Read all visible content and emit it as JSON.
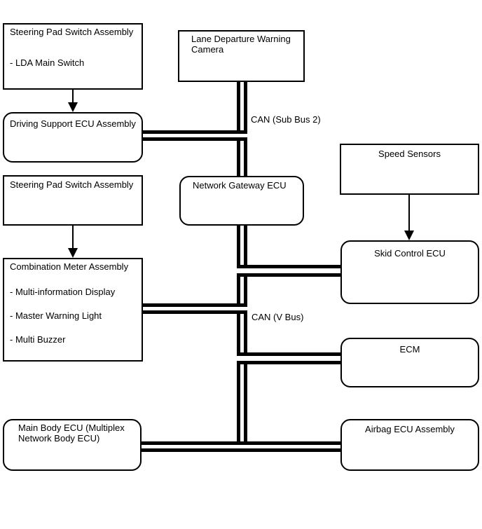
{
  "diagram": {
    "background_color": "#ffffff",
    "line_color": "#000000",
    "description": "Vehicle CAN bus communication diagram"
  },
  "nodes": {
    "steering_pad_1": {
      "title": "Steering Pad Switch Assembly",
      "items": [
        "- LDA Main Switch"
      ]
    },
    "lane_camera": {
      "title": "Lane Departure Warning Camera"
    },
    "driving_support": {
      "title": "Driving Support ECU Assembly"
    },
    "steering_pad_2": {
      "title": "Steering Pad Switch Assembly"
    },
    "combination_meter": {
      "title": "Combination Meter Assembly",
      "items": [
        "- Multi-information Display",
        "- Master Warning Light",
        "- Multi Buzzer"
      ]
    },
    "network_gateway": {
      "title": "Network Gateway ECU"
    },
    "speed_sensors": {
      "title": "Speed Sensors"
    },
    "skid_control": {
      "title": "Skid Control ECU"
    },
    "ecm": {
      "title": "ECM"
    },
    "main_body": {
      "title": "Main Body ECU (Multiplex Network Body ECU)"
    },
    "airbag": {
      "title": "Airbag ECU Assembly"
    }
  },
  "bus_labels": {
    "sub_bus_2": "CAN (Sub Bus 2)",
    "v_bus": "CAN (V Bus)"
  }
}
